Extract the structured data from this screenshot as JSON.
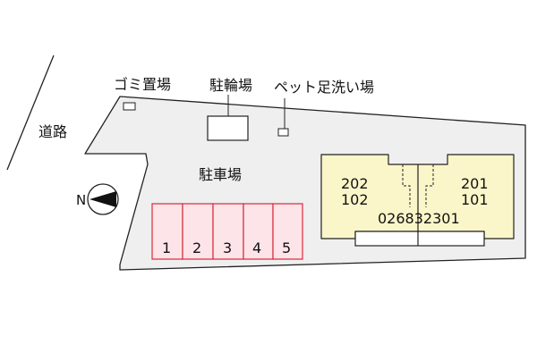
{
  "labels": {
    "road": "道路",
    "garbage": "ゴミ置場",
    "bicycle": "駐輪場",
    "pet_wash": "ペット足洗い場",
    "parking": "駐車場",
    "compass_n": "N"
  },
  "building": {
    "left_rooms": [
      "202",
      "102"
    ],
    "right_rooms": [
      "201",
      "101"
    ],
    "code": "026832301"
  },
  "parking_spaces": [
    "1",
    "2",
    "3",
    "4",
    "5"
  ],
  "colors": {
    "lot": "#efefef",
    "building": "#fbf6c9",
    "parking_fill": "#fde4e8",
    "parking_stroke": "#d62a3c",
    "line": "#222222"
  }
}
